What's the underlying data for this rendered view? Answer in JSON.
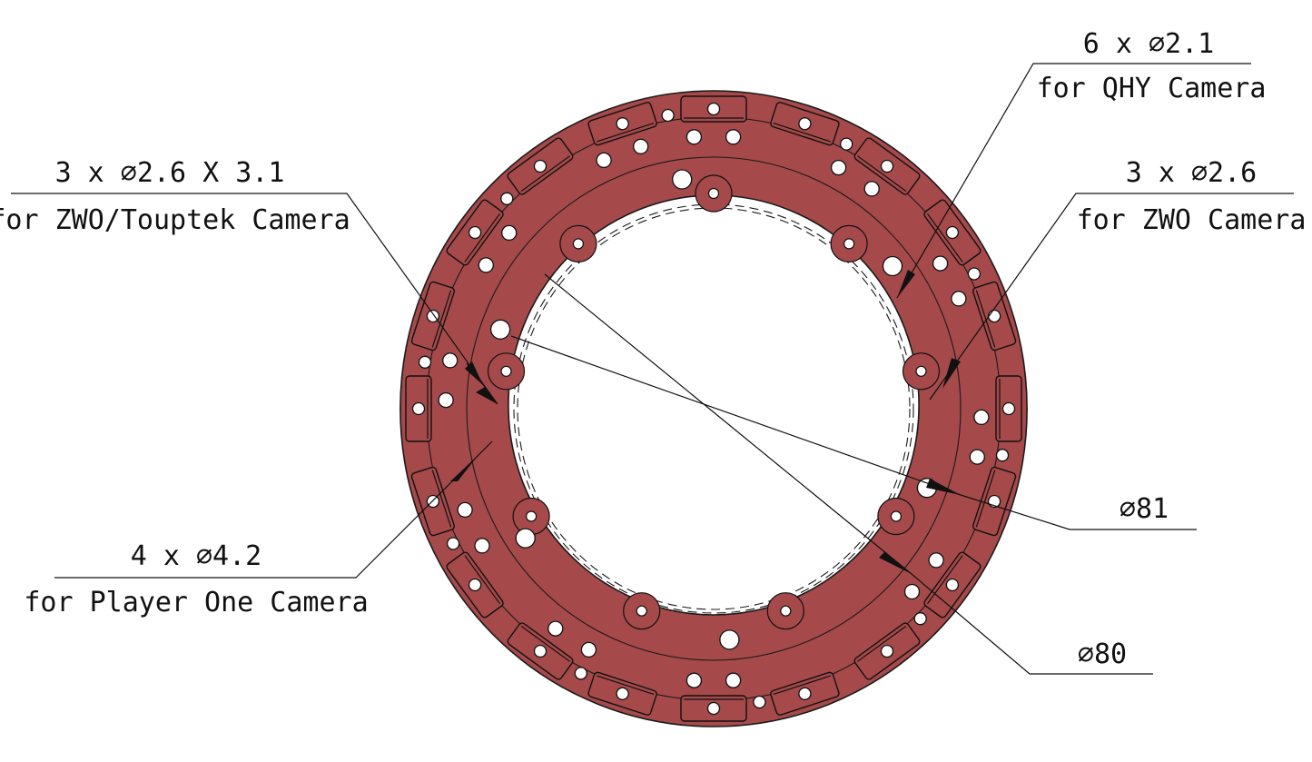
{
  "colors": {
    "part_fill": "#a5494a",
    "line": "#111111",
    "hole": "#ffffff",
    "background": "#ffffff"
  },
  "callouts": {
    "qhy_qty": "6 x ∅2.1",
    "qhy_desc": "for QHY Camera",
    "zwo_touptek_qty": "3 x ∅2.6 X 3.1",
    "zwo_touptek_desc": "for ZWO/Touptek Camera",
    "zwo_qty": "3 x ∅2.6",
    "zwo_desc": "for ZWO Camera",
    "player_one_qty": "4 x ∅4.2",
    "player_one_desc": "for Player One Camera",
    "dia_81": "∅81",
    "dia_80": "∅80"
  }
}
